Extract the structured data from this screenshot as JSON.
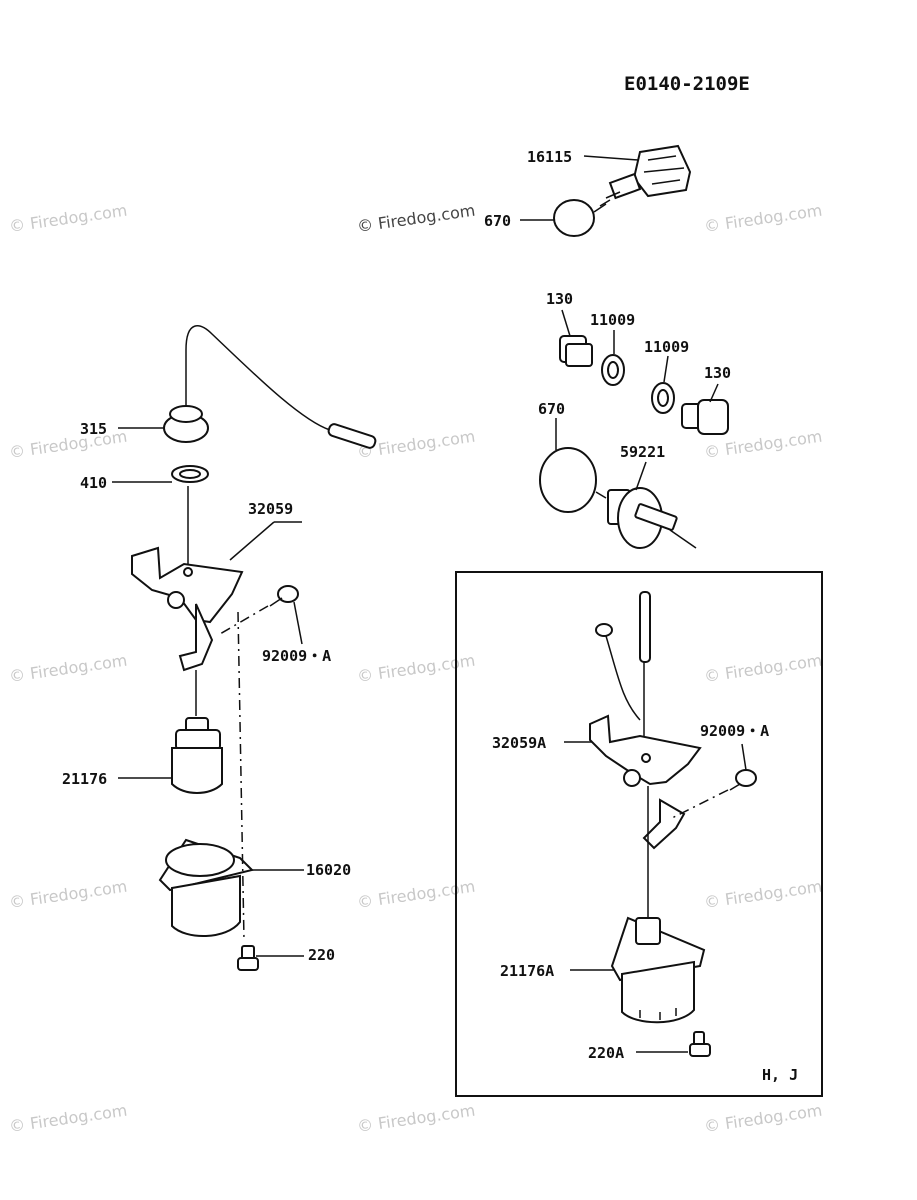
{
  "diagram_code": "E0140-2109E",
  "variant_label": "H, J",
  "watermark_text": "© Firedog.com",
  "parts": [
    {
      "id": "16115"
    },
    {
      "id": "670"
    },
    {
      "id": "130"
    },
    {
      "id": "11009"
    },
    {
      "id": "11009"
    },
    {
      "id": "130"
    },
    {
      "id": "670"
    },
    {
      "id": "59221"
    },
    {
      "id": "315"
    },
    {
      "id": "410"
    },
    {
      "id": "32059"
    },
    {
      "id": "92009・A"
    },
    {
      "id": "21176"
    },
    {
      "id": "16020"
    },
    {
      "id": "220"
    },
    {
      "id": "32059A"
    },
    {
      "id": "92009・A"
    },
    {
      "id": "21176A"
    },
    {
      "id": "220A"
    }
  ]
}
